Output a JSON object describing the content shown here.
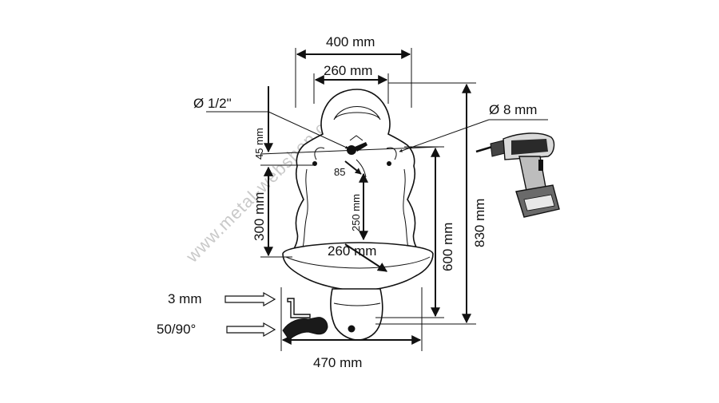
{
  "diagram": {
    "watermark": "www.metal-webshop.com",
    "dimensions": {
      "top_width": "400 mm",
      "inner_width": "260 mm",
      "pipe_thread": "Ø 1/2\"",
      "drill_bit": "Ø 8 mm",
      "mount_offset": "45 mm",
      "mount_span": "300 mm",
      "faucet_angle": "85",
      "faucet_drop": "250 mm",
      "basin_width": "260 mm",
      "basin_height": "600 mm",
      "total_height": "830 mm",
      "bottom_width": "470 mm"
    },
    "accessories": {
      "hex_key": "3 mm",
      "elbow": "50/90°"
    },
    "colors": {
      "line": "#111111",
      "watermark": "#c9c9c9",
      "drill_accent": "#2a2a2a"
    },
    "icons": [
      "drill-icon",
      "hex-key-icon",
      "elbow-pipe-icon",
      "faucet-icon",
      "arrow-icon"
    ]
  }
}
